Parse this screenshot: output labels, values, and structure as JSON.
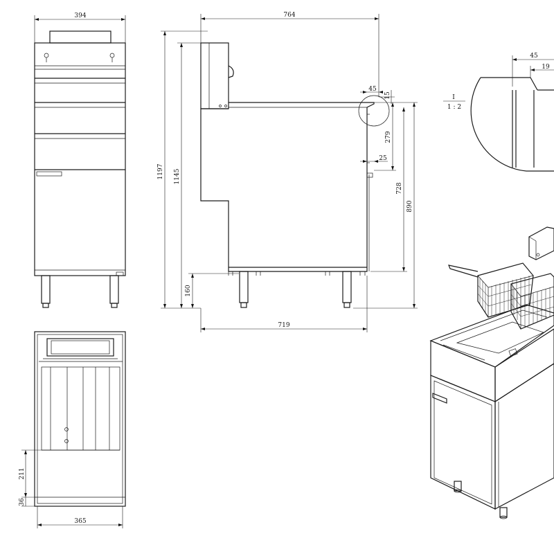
{
  "dimensions": {
    "front_width": "394",
    "side_depth_top": "764",
    "side_height_total": "1197",
    "side_height_body": "1145",
    "side_leg_height": "160",
    "side_depth_bottom": "719",
    "detail_45_small": "45",
    "detail_15": "15",
    "detail_279": "279",
    "detail_25": "25",
    "detail_728": "728",
    "detail_890": "890",
    "top_view_211": "211",
    "top_view_36": "36",
    "top_view_365": "365",
    "detail_45_large": "45",
    "detail_19": "19"
  },
  "detail_label": {
    "letter": "I",
    "scale": "1 : 2"
  }
}
